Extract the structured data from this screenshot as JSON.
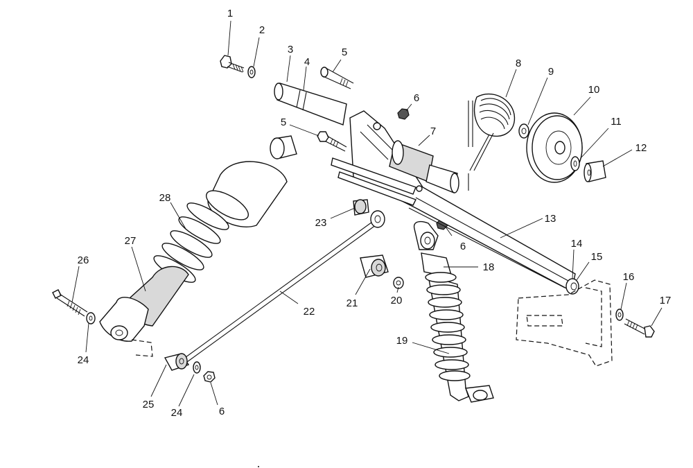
{
  "callouts": [
    "1",
    "2",
    "3",
    "4",
    "5",
    "5",
    "6",
    "6",
    "6",
    "7",
    "8",
    "9",
    "10",
    "11",
    "12",
    "13",
    "14",
    "15",
    "16",
    "17",
    "18",
    "19",
    "20",
    "21",
    "22",
    "23",
    "24",
    "24",
    "25",
    "26",
    "27",
    "28"
  ]
}
